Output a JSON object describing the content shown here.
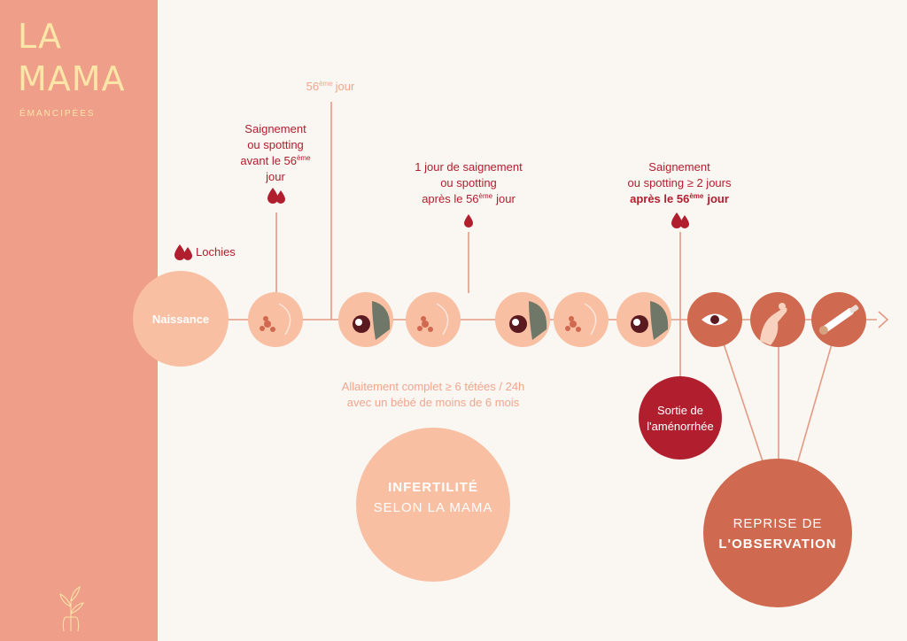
{
  "brand": {
    "line1": "LA",
    "line2": "MAMA",
    "subtitle": "ÉMANCIPÉES"
  },
  "colors": {
    "sidebar": "#ef9e8a",
    "brand_text": "#fbe6a7",
    "blood_red": "#b11e2e",
    "peach_light": "#f8bfa2",
    "terracotta": "#d0694f",
    "line": "#e39a84"
  },
  "timeline": {
    "start_label": "Naissance",
    "day56": {
      "number": "56",
      "sup": "ème",
      "suffix": "jour"
    },
    "annotations": {
      "lochies": "Lochies",
      "before56": {
        "l1": "Saignement",
        "l2": "ou spotting",
        "l3_pre": "avant le 56",
        "l3_sup": "ème",
        "l4": "jour"
      },
      "oneday": {
        "l1": "1 jour de saignement",
        "l2": "ou spotting",
        "l3_pre": "après le 56",
        "l3_sup": "ème",
        "l3_post": "jour"
      },
      "twodays": {
        "l1": "Saignement",
        "l2": "ou spotting ≥ 2 jours",
        "l3_pre": "après le 56",
        "l3_sup": "ème",
        "l3_post": "jour"
      }
    },
    "feeding": {
      "l1": "Allaitement complet ≥ 6 tétées / 24h",
      "l2": "avec un bébé de moins de 6 mois"
    },
    "exit": {
      "l1": "Sortie de",
      "l2": "l'aménorrhée"
    },
    "infertility": {
      "l1": "INFERTILITÉ",
      "l2": "SELON LA MAMA"
    },
    "resume": {
      "l1": "REPRISE DE",
      "l2": "L'OBSERVATION"
    },
    "nodes": [
      "breast-icon",
      "breastfeeding-icon",
      "breast-icon",
      "breastfeeding-icon",
      "breast-icon",
      "breastfeeding-icon",
      "eye-icon",
      "pinch-fingers-icon",
      "thermometer-icon"
    ]
  }
}
